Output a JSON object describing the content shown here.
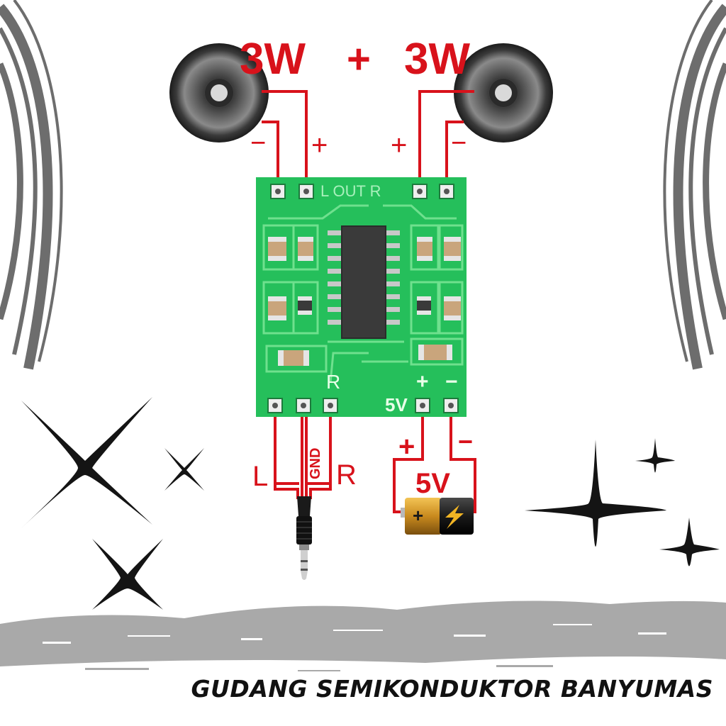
{
  "colors": {
    "wire": "#d8121b",
    "board": "#25bf5b",
    "board_trace": "#6fe08e",
    "ic": "#2b2b2b",
    "swirl": "#6d6d6d",
    "star": "#141414",
    "smear": "#a9a9a9",
    "brand_text": "#111111"
  },
  "title": {
    "left": "3W",
    "plus": "+",
    "right": "3W"
  },
  "speakers": [
    {
      "name": "left-speaker",
      "icon": "speaker-icon",
      "minus": "−",
      "plus": "+"
    },
    {
      "name": "right-speaker",
      "icon": "speaker-icon",
      "plus": "+",
      "minus": "−"
    }
  ],
  "board": {
    "silkscreen_out": "L  OUT  R",
    "silkscreen_r": "R",
    "silkscreen_5v": "5V",
    "silkscreen_plus": "+",
    "silkscreen_minus": "−"
  },
  "input": {
    "l": "L",
    "gnd": "GND",
    "r": "R",
    "icon": "audio-jack-icon"
  },
  "power": {
    "plus": "+",
    "minus": "−",
    "voltage": "5V",
    "icon": "battery-icon"
  },
  "decor": {
    "icons": [
      "swirl-lines-icon",
      "sparkle-star-icon",
      "paint-smear-icon"
    ]
  },
  "brand": "GUDANG SEMIKONDUKTOR BANYUMAS"
}
